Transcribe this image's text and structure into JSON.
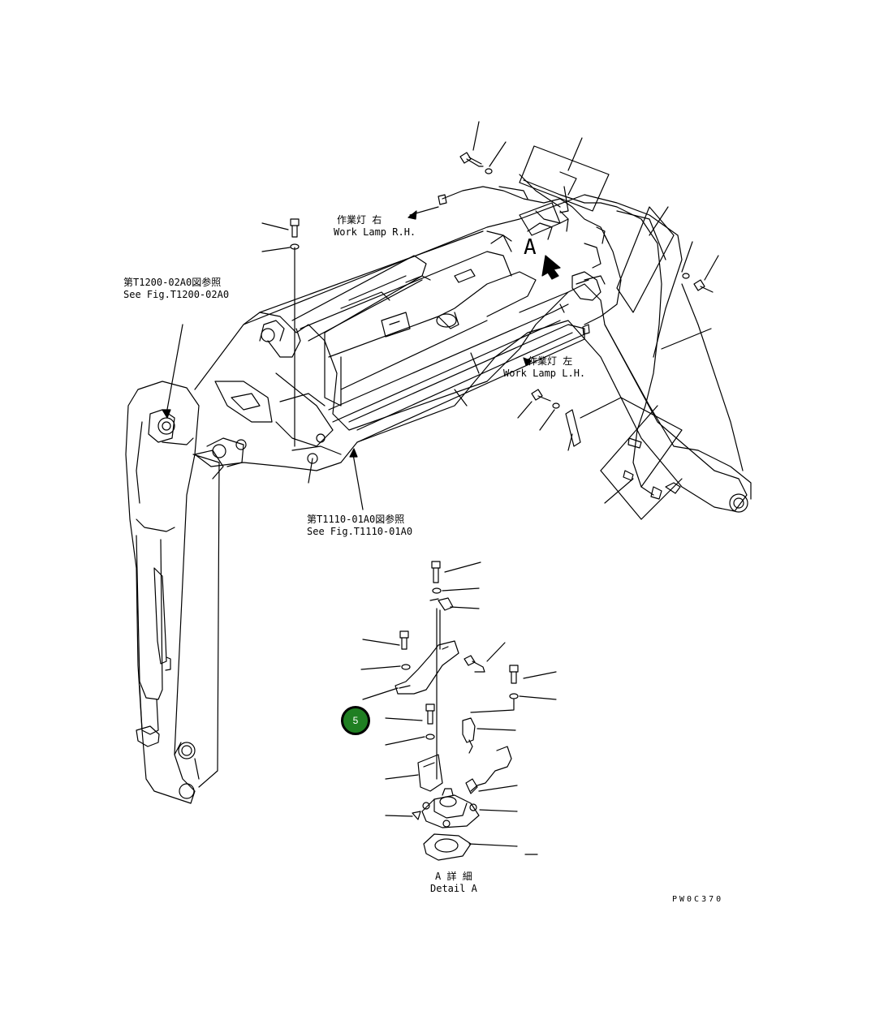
{
  "labels": {
    "work_lamp_rh": {
      "ja": "作業灯 右",
      "en": "Work Lamp R.H."
    },
    "work_lamp_lh": {
      "ja": "作業灯 左",
      "en": "Work Lamp L.H."
    },
    "ref_t1200": {
      "ja": "第T1200-02A0図参照",
      "en": "See Fig.T1200-02A0"
    },
    "ref_t1110": {
      "ja": "第T1110-01A0図参照",
      "en": "See Fig.T1110-01A0"
    },
    "detail_a": {
      "ja": "A 詳 細",
      "en": "Detail A"
    },
    "callout_a": "A",
    "figure_code": "PW0C370"
  },
  "callouts": [
    {
      "number": "5",
      "color": "#1f7f22"
    }
  ]
}
